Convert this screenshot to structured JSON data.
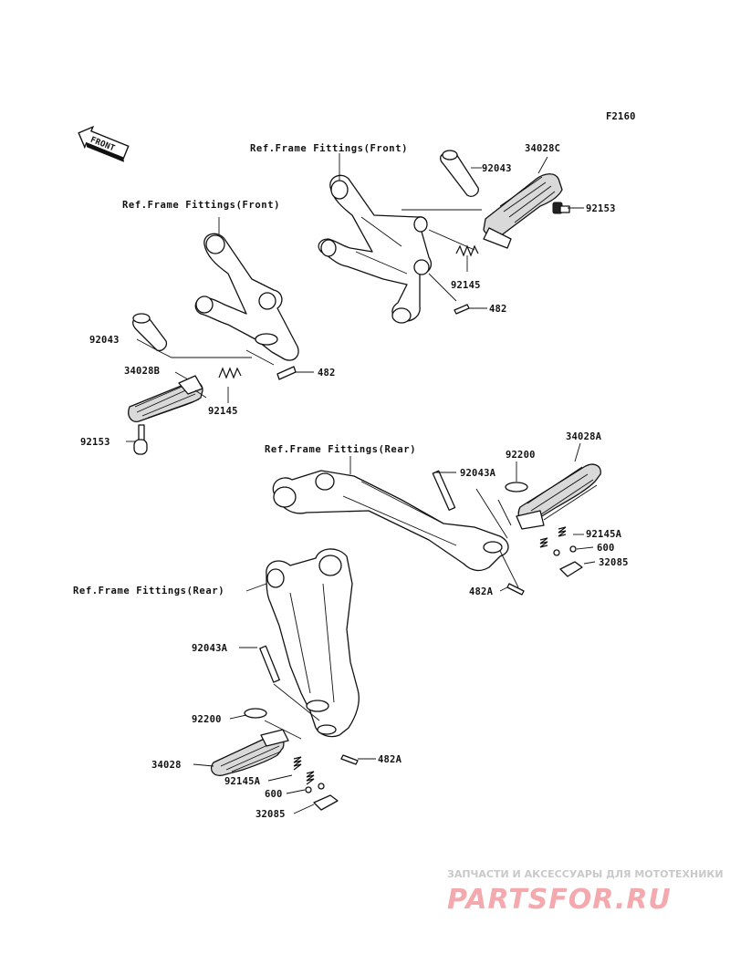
{
  "diagram_code": "F2160",
  "front_arrow": "FRONT",
  "ref_labels": {
    "front_a": "Ref.Frame Fittings(Front)",
    "front_b": "Ref.Frame Fittings(Front)",
    "rear_a": "Ref.Frame Fittings(Rear)",
    "rear_b": "Ref.Frame Fittings(Rear)"
  },
  "parts": {
    "p34028C": "34028C",
    "p92043_tr": "92043",
    "p92153_tr": "92153",
    "p92145_tr": "92145",
    "p482_tr": "482",
    "p92043_l": "92043",
    "p34028B": "34028B",
    "p482_l": "482",
    "p92145_l": "92145",
    "p92153_l": "92153",
    "p34028A": "34028A",
    "p92200_r": "92200",
    "p92043A_r": "92043A",
    "p92145A_r": "92145A",
    "p600_r": "600",
    "p32085_r": "32085",
    "p482A_r": "482A",
    "p92043A_b": "92043A",
    "p92200_b": "92200",
    "p34028": "34028",
    "p92145A_b": "92145A",
    "p600_b": "600",
    "p32085_b": "32085",
    "p482A_b": "482A"
  },
  "watermark": {
    "line1": "ЗАПЧАСТИ И АКСЕССУАРЫ ДЛЯ МОТОТЕХНИКИ",
    "line2": "PARTSFOR.RU"
  }
}
